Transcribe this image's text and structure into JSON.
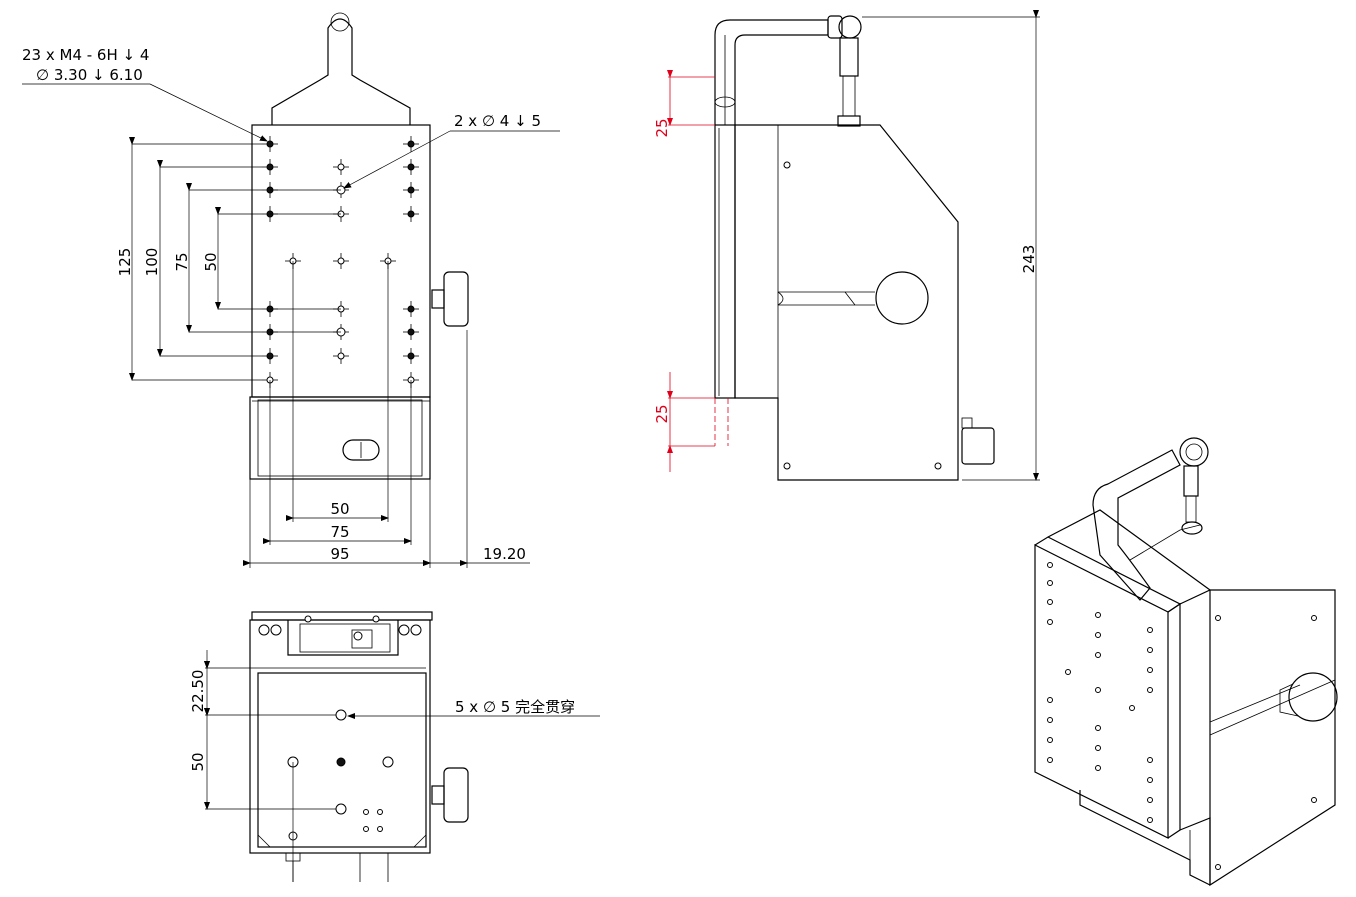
{
  "callouts": {
    "thread_line1": "23 x  M4 - 6H ↓ 4",
    "thread_line2": "∅ 3.30 ↓ 6.10",
    "pin_holes": "2 x  ∅  4 ↓  5",
    "through_holes": "5 x  ∅  5 完全贯穿"
  },
  "front_view_dims": {
    "v125": "125",
    "v100": "100",
    "v75": "75",
    "v50": "50",
    "h50": "50",
    "h75": "75",
    "h95": "95",
    "h19_20": "19.20"
  },
  "bottom_view_dims": {
    "v22_50": "22.50",
    "v50": "50"
  },
  "side_view_dims": {
    "v243": "243",
    "top25": "25",
    "bottom25": "25"
  },
  "colors": {
    "line": "#000000",
    "dimension_highlight": "#e0001b",
    "background": "#ffffff"
  }
}
